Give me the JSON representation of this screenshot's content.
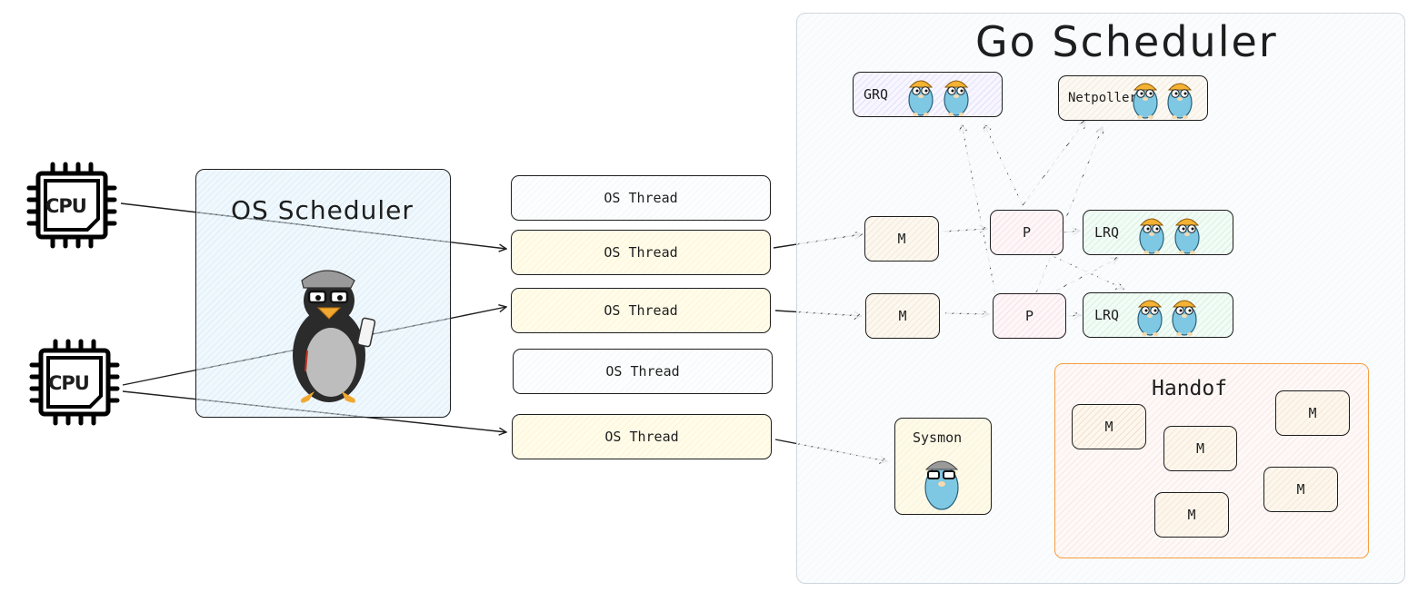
{
  "cpu": {
    "label": "CPU"
  },
  "os_scheduler": {
    "title": "OS Scheduler"
  },
  "os_threads": [
    "OS Thread",
    "OS Thread",
    "OS Thread",
    "OS Thread",
    "OS Thread"
  ],
  "go_scheduler": {
    "title": "Go Scheduler",
    "grq": "GRQ",
    "netpoller": "Netpoller",
    "m_label": "M",
    "p_label": "P",
    "lrq": "LRQ",
    "sysmon": "Sysmon",
    "handoff": {
      "title": "Handof",
      "m_label": "M"
    }
  },
  "colors": {
    "stroke": "#1e1e1e",
    "os_scheduler_fill": "#dceefb",
    "thread_fill": "#fff8dd",
    "go_panel_fill": "#f8fafc",
    "handoff_border": "#f59e42",
    "gopher": "#7ec8e3"
  }
}
